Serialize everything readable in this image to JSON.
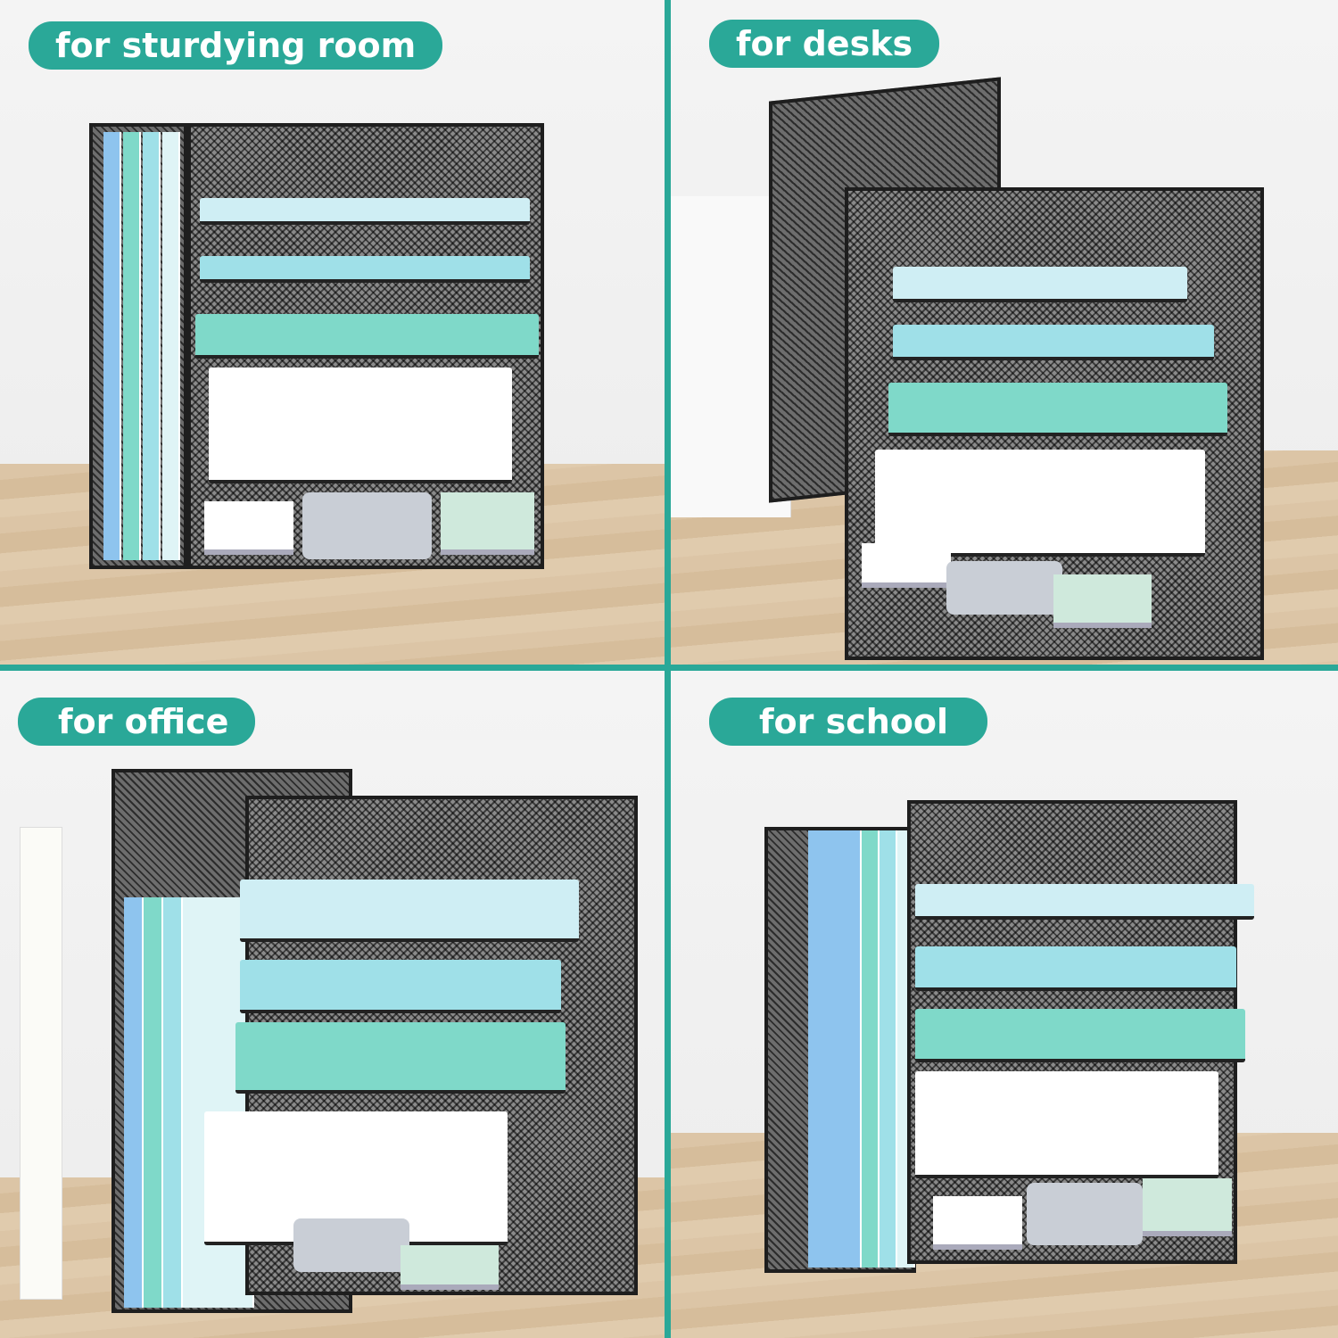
{
  "panels": [
    {
      "label": "for sturdying room"
    },
    {
      "label": "for desks"
    },
    {
      "label": "for office"
    },
    {
      "label": "for school"
    }
  ],
  "colors": {
    "accent": "#2aa898",
    "tray_light": "#cfeef4",
    "tray_blue": "#9fe0e8",
    "tray_green": "#7fd9c9"
  }
}
